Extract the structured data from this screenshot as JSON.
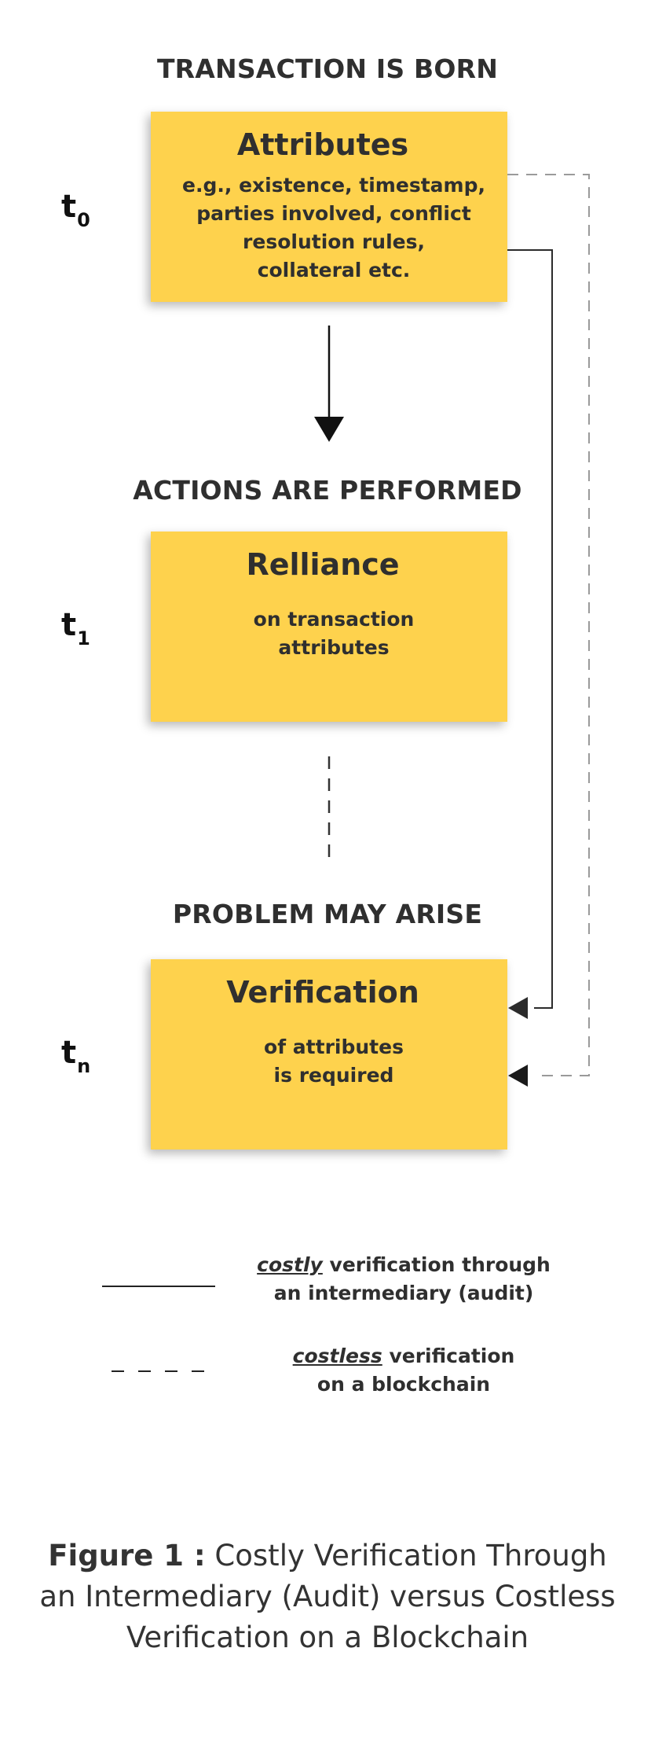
{
  "stages": {
    "born": "TRANSACTION IS BORN",
    "actions": "ACTIONS ARE PERFORMED",
    "problem": "PROBLEM MAY ARISE"
  },
  "boxes": {
    "attributes": {
      "title": "Attributes",
      "desc_lines": [
        "e.g., existence, timestamp,",
        "parties involved, conflict",
        "resolution rules,",
        "collateral etc."
      ]
    },
    "reliance": {
      "title": "Relliance",
      "desc_lines": [
        "on transaction",
        "attributes"
      ]
    },
    "verification": {
      "title": "Verification",
      "desc_lines": [
        "of attributes",
        "is required"
      ]
    }
  },
  "time_labels": {
    "t0": {
      "base": "t",
      "sub": "0"
    },
    "t1": {
      "base": "t",
      "sub": "1"
    },
    "tn": {
      "base": "t",
      "sub": "n"
    }
  },
  "legend": {
    "solid": {
      "emphasis": "costly",
      "rest": " verification through",
      "line2": "an intermediary (audit)"
    },
    "dashed": {
      "emphasis": "costless",
      "rest": " verification",
      "line2": "on a blockchain"
    }
  },
  "caption": {
    "label": "Figure 1 :",
    "line1": " Costly Verification Through",
    "line2": "an Intermediary (Audit) versus Costless",
    "line3": "Verification on a Blockchain"
  },
  "colors": {
    "box_fill": "#fed24d",
    "text_dark": "#2f2f2f",
    "connector": "#2b2b2b",
    "dashed_connector": "#9a9a9a"
  }
}
